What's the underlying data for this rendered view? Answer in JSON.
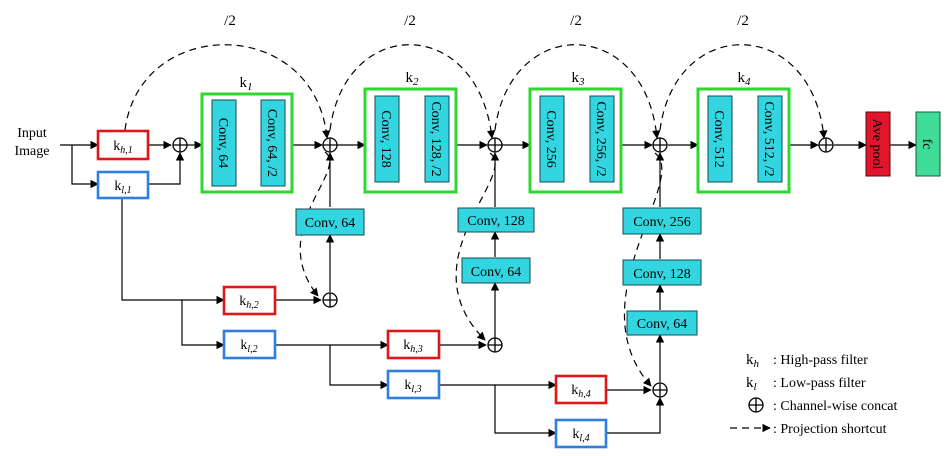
{
  "colors": {
    "high_pass": "#e0161b",
    "low_pass": "#2f7fe0",
    "conv": "#33d6e0",
    "stage": "#2ed82e",
    "avepool": "#e0162c",
    "fc": "#3fdc98"
  },
  "input": {
    "line1": "Input",
    "line2": "Image"
  },
  "filters": {
    "kh1": {
      "base": "k",
      "sub": "h,1"
    },
    "kl1": {
      "base": "k",
      "sub": "l,1"
    },
    "kh2": {
      "base": "k",
      "sub": "h,2"
    },
    "kl2": {
      "base": "k",
      "sub": "l,2"
    },
    "kh3": {
      "base": "k",
      "sub": "h,3"
    },
    "kl3": {
      "base": "k",
      "sub": "l,3"
    },
    "kh4": {
      "base": "k",
      "sub": "h,4"
    },
    "kl4": {
      "base": "k",
      "sub": "l,4"
    }
  },
  "stages": [
    {
      "base": "k",
      "sub": "1",
      "conv_a": "Conv, 64",
      "conv_b": "Conv, 64, /2"
    },
    {
      "base": "k",
      "sub": "2",
      "conv_a": "Conv, 128",
      "conv_b": "Conv, 128, /2"
    },
    {
      "base": "k",
      "sub": "3",
      "conv_a": "Conv, 256",
      "conv_b": "Conv, 256, /2"
    },
    {
      "base": "k",
      "sub": "4",
      "conv_a": "Conv, 512",
      "conv_b": "Conv, 512, /2"
    }
  ],
  "shortcut_label": "/2",
  "branch_convs": {
    "b1": [
      "Conv, 64"
    ],
    "b2": [
      "Conv, 64",
      "Conv, 128"
    ],
    "b3": [
      "Conv, 64",
      "Conv, 128",
      "Conv, 256"
    ]
  },
  "head": {
    "avepool": "Ave pool",
    "fc": "fc"
  },
  "legend": {
    "high": {
      "base": "k",
      "sub": "h",
      "text": ": High-pass filter"
    },
    "low": {
      "base": "k",
      "sub": "l",
      "text": ": Low-pass filter"
    },
    "concat": {
      "text": ": Channel-wise concat"
    },
    "shortcut": {
      "text": ": Projection shortcut"
    }
  }
}
